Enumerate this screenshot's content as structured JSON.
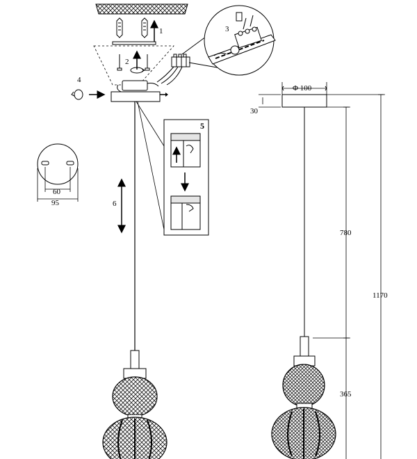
{
  "steps": {
    "s1": "1",
    "s2": "2",
    "s3": "3",
    "s4": "4",
    "s5": "5",
    "s6": "6"
  },
  "canopy_detail": {
    "hole_spacing": "60",
    "diameter": "95"
  },
  "dimensions": {
    "canopy_diameter": "Φ 100",
    "canopy_height": "30",
    "cable_length": "780",
    "total_height": "1170",
    "shade_height": "365"
  }
}
